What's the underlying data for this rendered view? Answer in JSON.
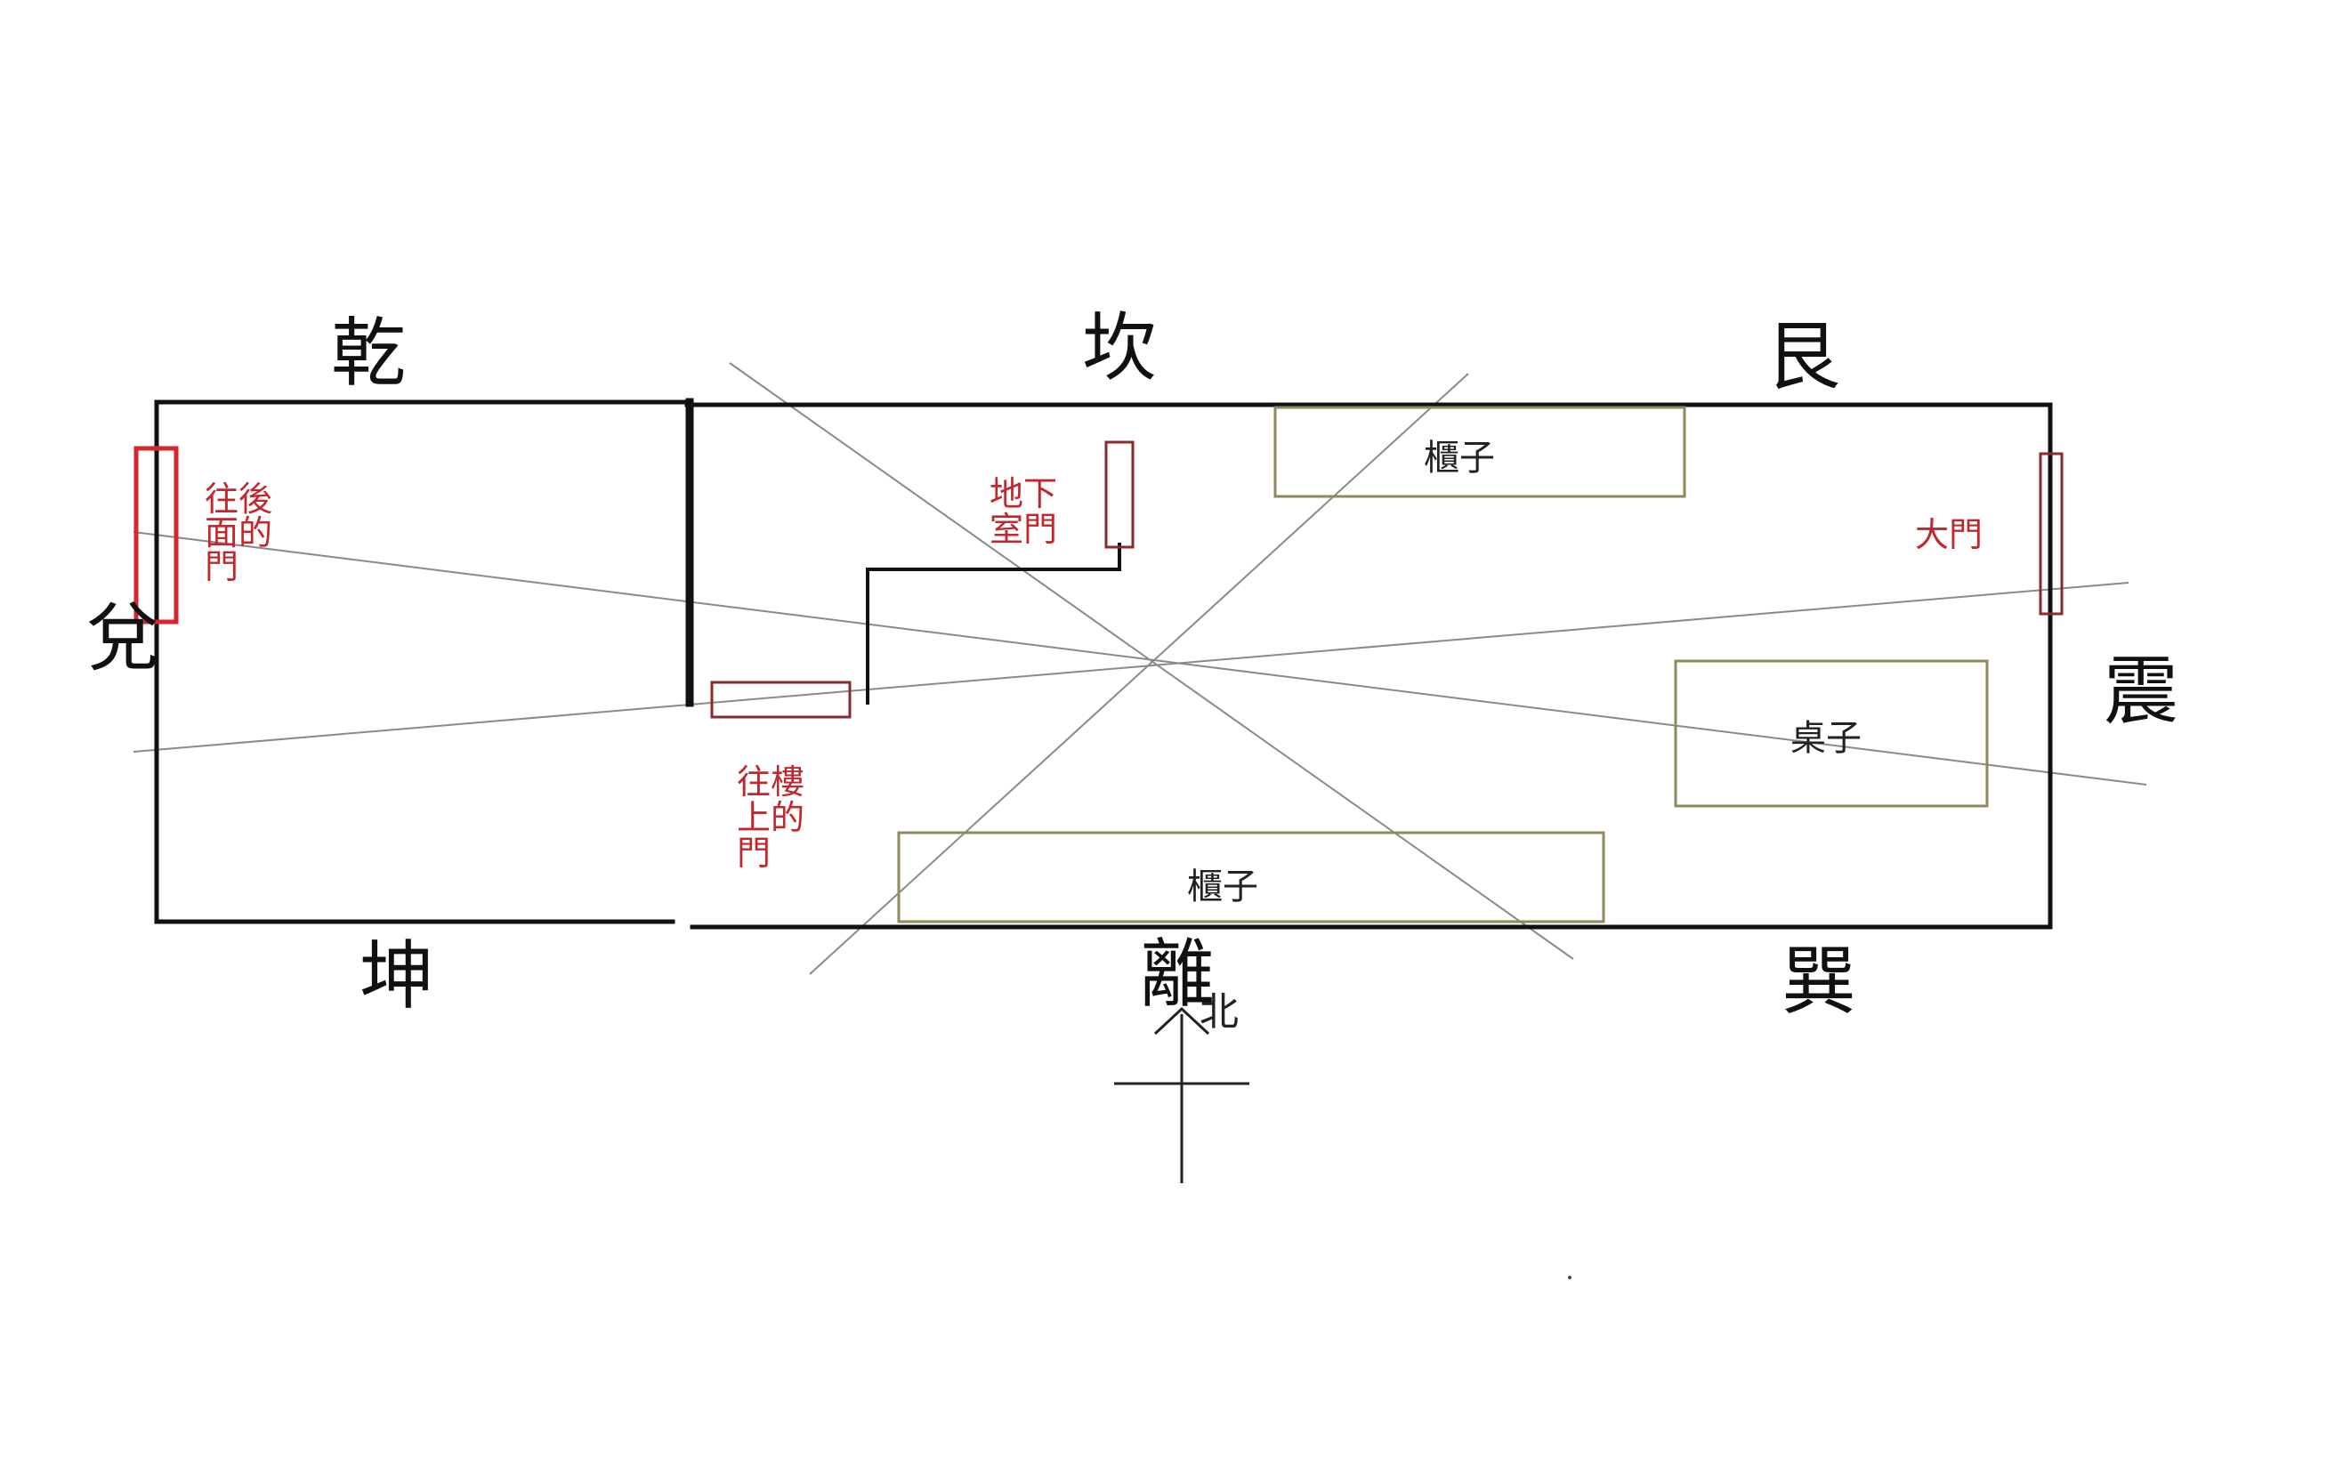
{
  "trigrams": {
    "qian": "乾",
    "kan": "坎",
    "gen": "艮",
    "dui": "兌",
    "zhen": "震",
    "kun": "坤",
    "li": "離",
    "xun": "巽"
  },
  "rooms": {
    "cabinet_top": "櫃子",
    "cabinet_bottom": "櫃子",
    "table": "桌子"
  },
  "doors": {
    "back_door": [
      "往後",
      "面的",
      "門"
    ],
    "basement_door": [
      "地下",
      "室門"
    ],
    "main_door": "大門",
    "upstairs_door": [
      "往樓",
      "上的",
      "門"
    ]
  },
  "compass": {
    "north_label": "北"
  },
  "colors": {
    "wall": "#111111",
    "door_label": "#c0282d",
    "door_frame": "#8a2a2a",
    "back_door_frame": "#d7262e",
    "furniture_outline": "#8f8a5c",
    "guide_line": "#8a8a8a"
  }
}
